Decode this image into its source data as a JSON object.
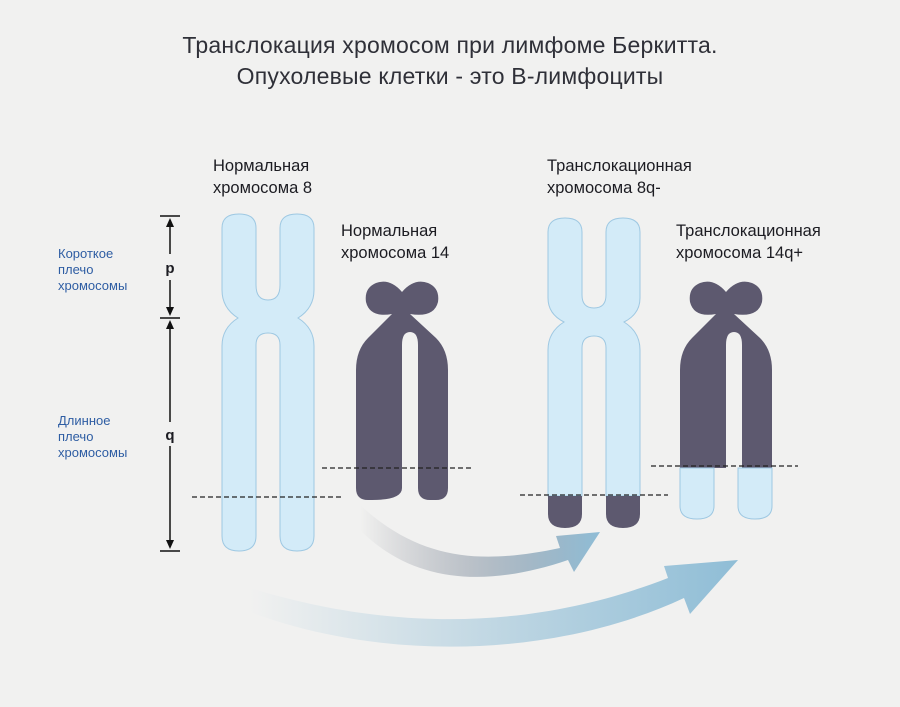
{
  "title": {
    "line1": "Транслокация хромосом при лимфоме Беркитта.",
    "line2": "Опухолевые клетки - это В-лимфоциты"
  },
  "labels": {
    "normal8": {
      "line1": "Нормальная",
      "line2": "хромосома 8"
    },
    "normal14": {
      "line1": "Нормальная",
      "line2": "хромосома 14"
    },
    "trans8": {
      "line1": "Транслокационная",
      "line2": "хромосома 8q-"
    },
    "trans14": {
      "line1": "Транслокационная",
      "line2": "хромосома 14q+"
    }
  },
  "arms": {
    "short": {
      "line1": "Короткое",
      "line2": "плечо",
      "line3": "хромосомы",
      "marker": "p"
    },
    "long": {
      "line1": "Длинное",
      "line2": "плечо",
      "line3": "хромосомы",
      "marker": "q"
    }
  },
  "colors": {
    "light_chromosome": "#d3ebf8",
    "light_outline": "#9ec8e2",
    "dark_chromosome": "#5d596f",
    "arm_label": "#2e5da3",
    "arrow": "#8fbdd6"
  }
}
